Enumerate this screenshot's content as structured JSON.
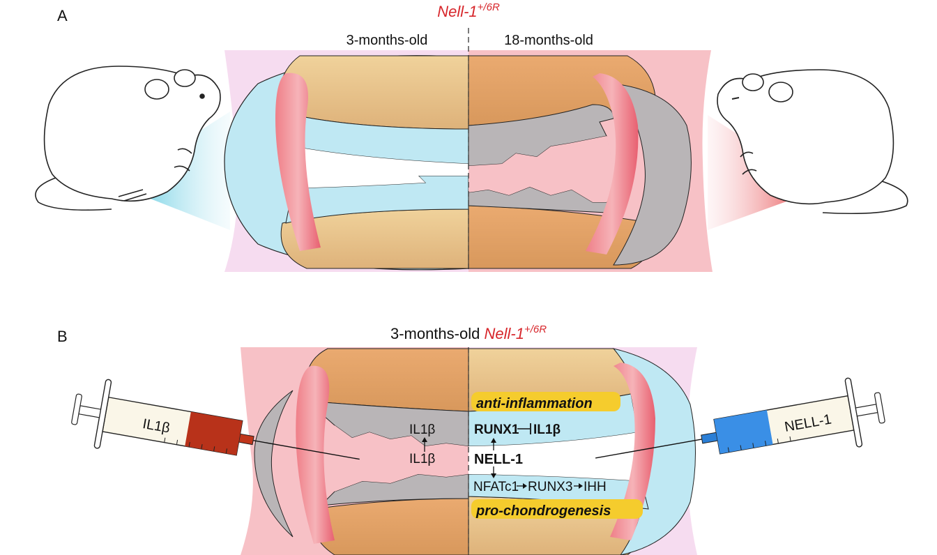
{
  "panel_a": {
    "letter": "A",
    "genotype_main": "Nell-1",
    "genotype_sup": "+/6R",
    "left_age": "3-months-old",
    "right_age": "18-months-old"
  },
  "panel_b": {
    "letter": "B",
    "title_prefix": "3-months-old ",
    "genotype_main": "Nell-1",
    "genotype_sup": "+/6R",
    "left_syringe_label": "IL1β",
    "right_syringe_label": "NELL-1",
    "il1b_upper": "IL1β",
    "il1b_lower": "IL1β",
    "anti_inflammation": "anti-inflammation",
    "runx1": "RUNX1",
    "runx1_target": "IL1β",
    "nell1": "NELL-1",
    "nfatc1": "NFATc1",
    "runx3": "RUNX3",
    "ihh": "IHH",
    "pro_chondrogenesis": "pro-chondrogenesis"
  },
  "colors": {
    "cartilage_blue": "#bfe8f3",
    "bone_orange": "#e6b97f",
    "ligament_red": "#ee6f7a",
    "inflamed_pink": "#f7c1c6",
    "healthy_lilac": "#f6dcf0",
    "degraded_gray": "#b9b5b7",
    "highlight_yellow": "#f5cc2d",
    "genotype_red": "#d7262b"
  }
}
